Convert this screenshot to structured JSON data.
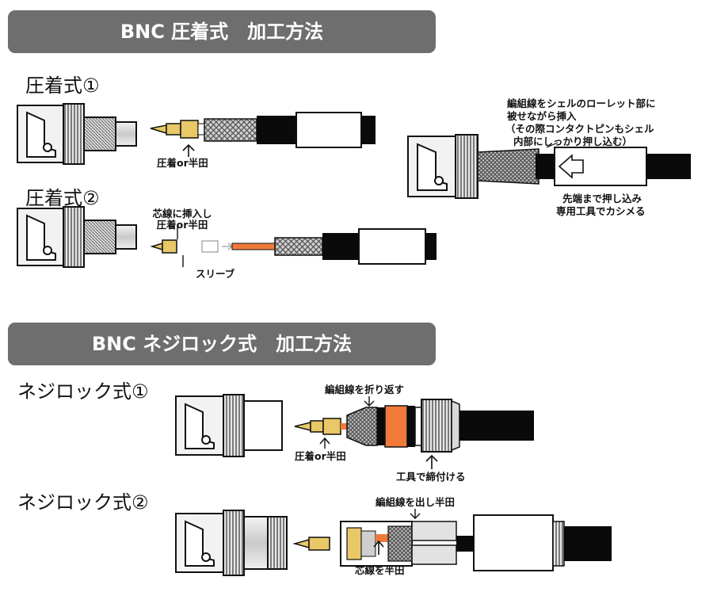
{
  "sections": [
    {
      "title": "BNC 圧着式　加工方法",
      "methods": [
        {
          "heading": "圧着式①",
          "labels": [
            "圧着or半田"
          ]
        },
        {
          "heading": "圧着式②",
          "labels": [
            "芯線に挿入し",
            "圧着or半田",
            "スリーブ"
          ]
        }
      ],
      "side_note": {
        "top_lines": [
          "編組線をシェルのローレット部に",
          "被せながら挿入",
          "（その際コンタクトピンもシェル",
          "内部にしっかり押し込む）"
        ],
        "bottom_lines": [
          "先端まで押し込み",
          "専用工具でカシメる"
        ]
      }
    },
    {
      "title": "BNC ネジロック式　加工方法",
      "methods": [
        {
          "heading": "ネジロック式①",
          "labels": [
            "編組線を折り返す",
            "圧着or半田",
            "工具で締付ける"
          ]
        },
        {
          "heading": "ネジロック式②",
          "labels": [
            "編組線を出し半田",
            "芯線を半田"
          ]
        }
      ]
    }
  ],
  "colors": {
    "banner": "#6e6e6e",
    "pin_gold": "#e8c867",
    "insulator_orange": "#f07a3a",
    "braid_gray": "#9a9a9a",
    "jacket_black": "#0a0a0a"
  }
}
